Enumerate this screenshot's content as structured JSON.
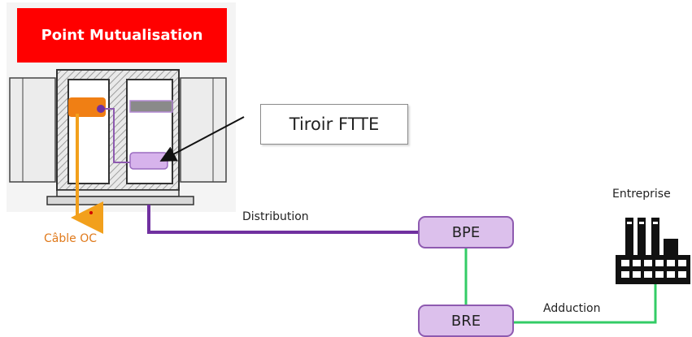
{
  "point_mutualisation": {
    "title": "Point Mutualisation"
  },
  "callout": {
    "label": "Tiroir FTTE"
  },
  "nodes": {
    "bpe": "BPE",
    "bre": "BRE"
  },
  "links": {
    "distribution": "Distribution",
    "adduction": "Adduction"
  },
  "labels": {
    "cable_oc": "Câble OC",
    "entreprise": "Entreprise"
  },
  "colors": {
    "title_red": "#ff0000",
    "distribution_purple": "#7030a0",
    "adduction_green": "#33cc66",
    "cable_orange": "#f2a01c",
    "node_fill": "#dcc0ec"
  }
}
